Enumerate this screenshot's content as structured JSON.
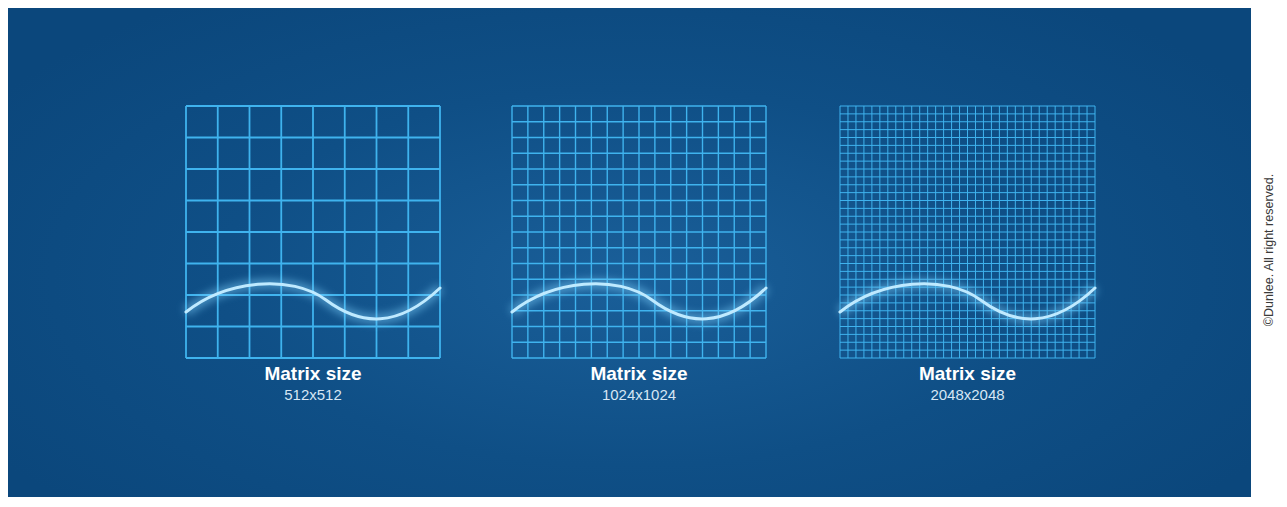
{
  "diagram": {
    "nodes": [
      {
        "text": [
          "Matrix size",
          "512x512"
        ]
      },
      {
        "text": [
          "Matrix size",
          "1024x1024"
        ]
      },
      {
        "text": [
          "Matrix size",
          "2048x2048"
        ]
      }
    ],
    "labels": [
      "©Dunlee. All right reserved."
    ]
  }
}
